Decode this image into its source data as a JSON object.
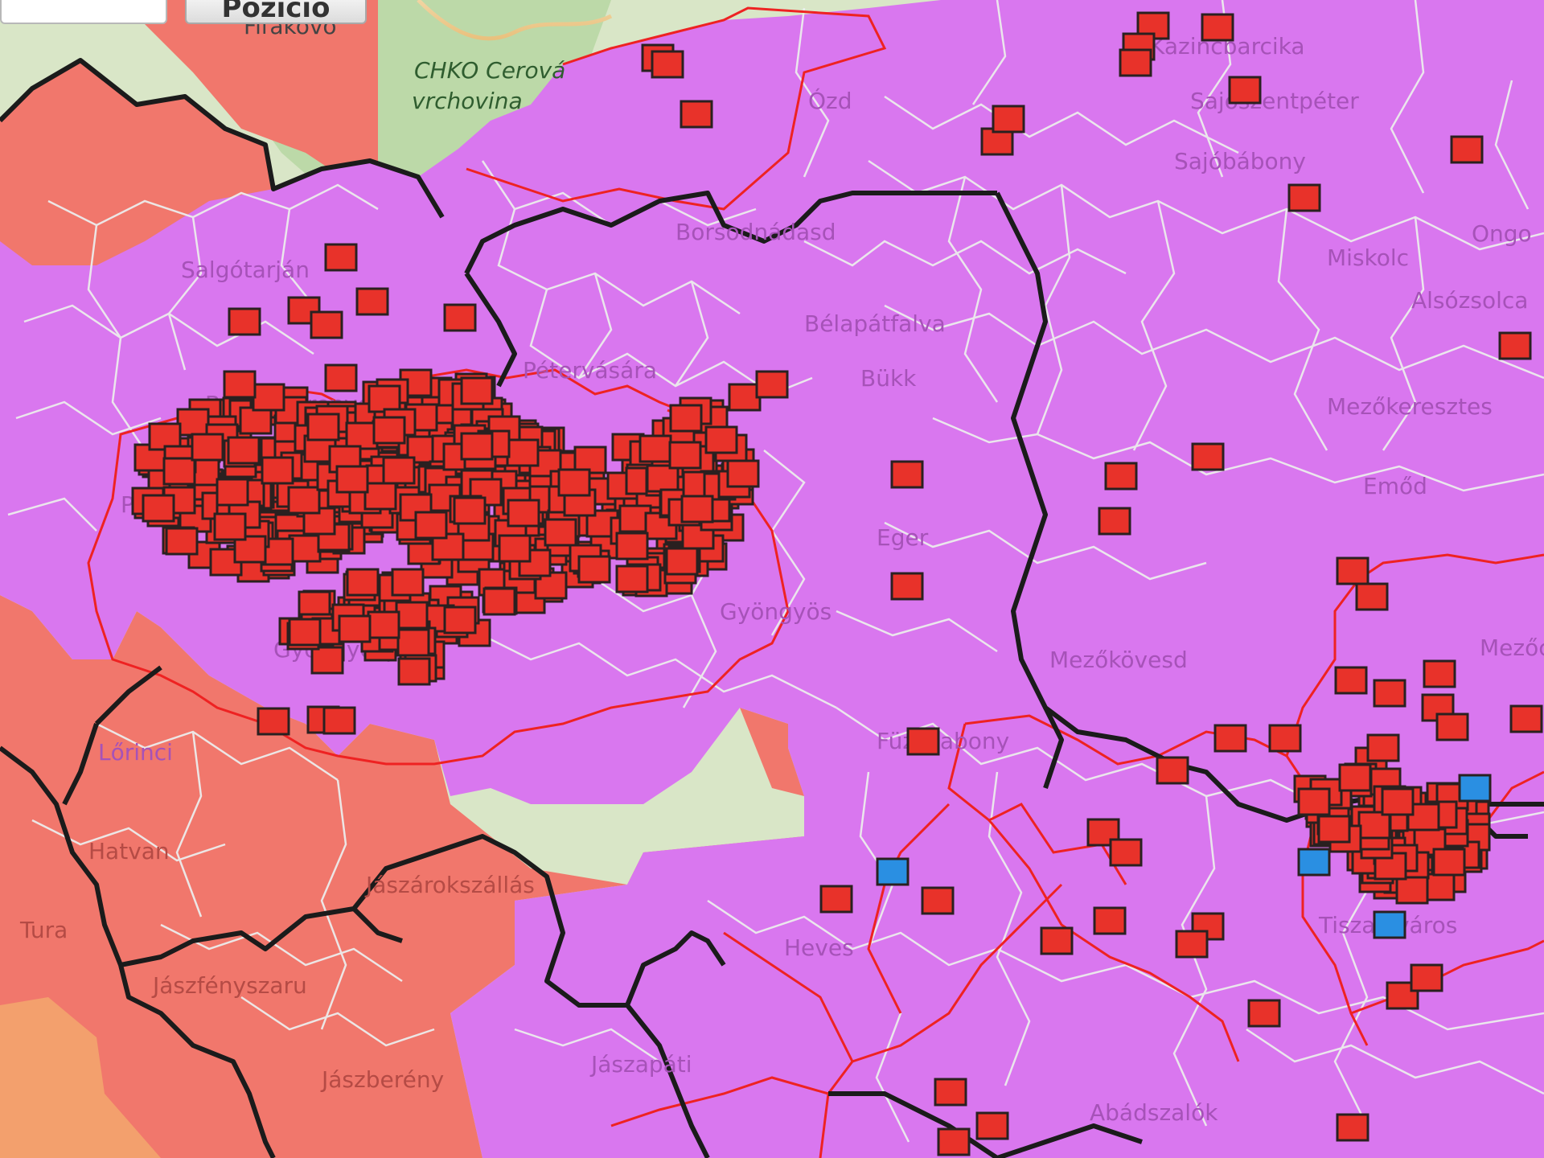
{
  "toolbar": {
    "search_value": "",
    "position_button_label": "Pozíció"
  },
  "colors": {
    "map_base_green": "#cfe3bd",
    "zone_magenta": "#db77f0",
    "zone_salmon": "#f3776b",
    "zone_orange": "#f2a66f",
    "district_line": "#e6e6e6",
    "county_border": "#1c1c1c",
    "region_border": "#ee2020",
    "marker_red": "#e8322a",
    "marker_blue": "#2a8fe2"
  },
  "map_labels": [
    {
      "id": "filakovo",
      "text": "Fiľakovo",
      "tone": "dark"
    },
    {
      "id": "chko-cerova",
      "text": "CHKO Cerová",
      "tone": "green"
    },
    {
      "id": "vrchovina",
      "text": "vrchovina",
      "tone": "green"
    },
    {
      "id": "ozd",
      "text": "Ózd",
      "tone": "zone"
    },
    {
      "id": "kazincbarcika",
      "text": "Kazincbarcika",
      "tone": "zone"
    },
    {
      "id": "sajoszentpeter",
      "text": "Sajószentpéter",
      "tone": "zone"
    },
    {
      "id": "salgobabony",
      "text": "Sajóbábony",
      "tone": "zone"
    },
    {
      "id": "salgotarjan",
      "text": "Salgótarján",
      "tone": "zone"
    },
    {
      "id": "borsodnadasd",
      "text": "Borsodnádasd",
      "tone": "zone"
    },
    {
      "id": "miskolc",
      "text": "Miskolc",
      "tone": "zone"
    },
    {
      "id": "ongo",
      "text": "Ongo",
      "tone": "zone"
    },
    {
      "id": "alsozsolca",
      "text": "Alsózsolca",
      "tone": "zone"
    },
    {
      "id": "belapatfalva",
      "text": "Bélapátfalva",
      "tone": "zone"
    },
    {
      "id": "petervasara",
      "text": "Pétervására",
      "tone": "zone"
    },
    {
      "id": "bukk",
      "text": "Bükk",
      "tone": "zone"
    },
    {
      "id": "batonyterenye",
      "text": "Bátonyterenye",
      "tone": "zone"
    },
    {
      "id": "mezocsat-area",
      "text": "Mezőkeresztes",
      "tone": "zone"
    },
    {
      "id": "emod",
      "text": "Emőd",
      "tone": "zone"
    },
    {
      "id": "eger",
      "text": "Eger",
      "tone": "zone"
    },
    {
      "id": "pasztо",
      "text": "Pásztó",
      "tone": "zone"
    },
    {
      "id": "gyongyos",
      "text": "Gyöngyös",
      "tone": "zone"
    },
    {
      "id": "mezokovesd",
      "text": "Mezőkövesd",
      "tone": "zone"
    },
    {
      "id": "hatvan",
      "text": "Hatvan",
      "tone": "salmon"
    },
    {
      "id": "gyongyospata",
      "text": "Gyöngyöspata",
      "tone": "zone"
    },
    {
      "id": "fuzesabony",
      "text": "Füzesabony",
      "tone": "zone"
    },
    {
      "id": "lorinci",
      "text": "Lőrinci",
      "tone": "zone"
    },
    {
      "id": "jaszarokszallas",
      "text": "Jászárokszállás",
      "tone": "salmon"
    },
    {
      "id": "tura",
      "text": "Tura",
      "tone": "salmon"
    },
    {
      "id": "heves",
      "text": "Heves",
      "tone": "zone"
    },
    {
      "id": "tiszaujvaros",
      "text": "Tiszaújváros",
      "tone": "zone"
    },
    {
      "id": "jaszfenyszaru",
      "text": "Jászfényszaru",
      "tone": "salmon"
    },
    {
      "id": "jaszapati",
      "text": "Jászapáti",
      "tone": "zone"
    },
    {
      "id": "jaszbereny",
      "text": "Jászberény",
      "tone": "salmon"
    },
    {
      "id": "abadszalok",
      "text": "Abádszalók",
      "tone": "zone"
    },
    {
      "id": "mezocsat",
      "text": "Mezőcsát",
      "tone": "zone"
    }
  ],
  "markers": {
    "red_case_count_visible": "many",
    "blue_case_count_visible": 4
  }
}
